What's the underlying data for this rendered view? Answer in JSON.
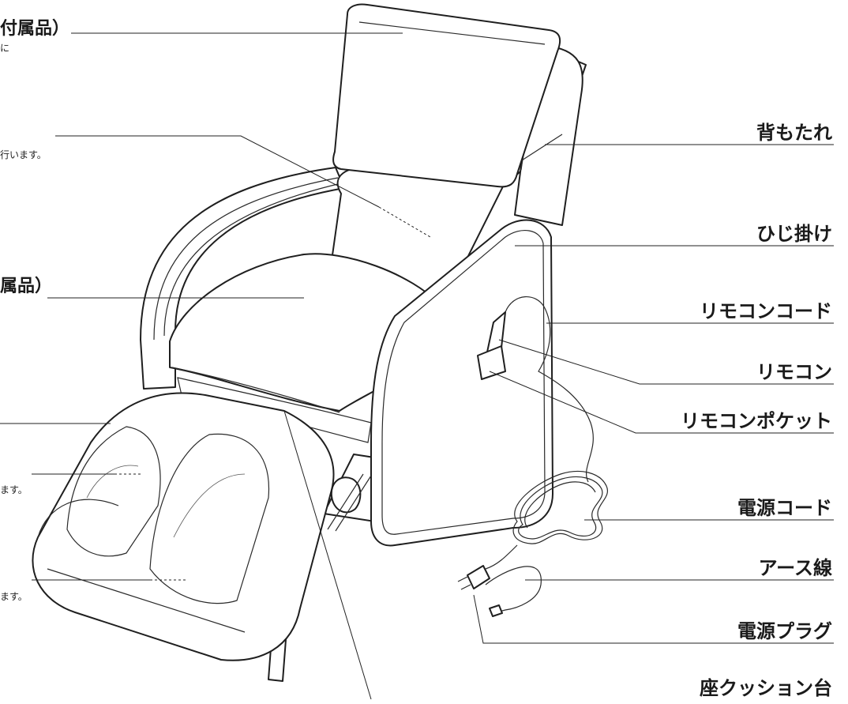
{
  "left_labels": {
    "headrest_partial": "付属品）",
    "headrest_note_partial": "に",
    "back_note_partial": "行います。",
    "seat_partial": "属品）",
    "calf_note_partial": "ます。",
    "sole_note_partial": "ます。"
  },
  "right_labels": {
    "backrest": "背もたれ",
    "armrest": "ひじ掛け",
    "remote_cord": "リモコンコード",
    "remote": "リモコン",
    "remote_pocket": "リモコンポケット",
    "power_cord": "電源コード",
    "ground_wire": "アース線",
    "power_plug": "電源プラグ",
    "seat_cushion_base": "座クッション台"
  }
}
